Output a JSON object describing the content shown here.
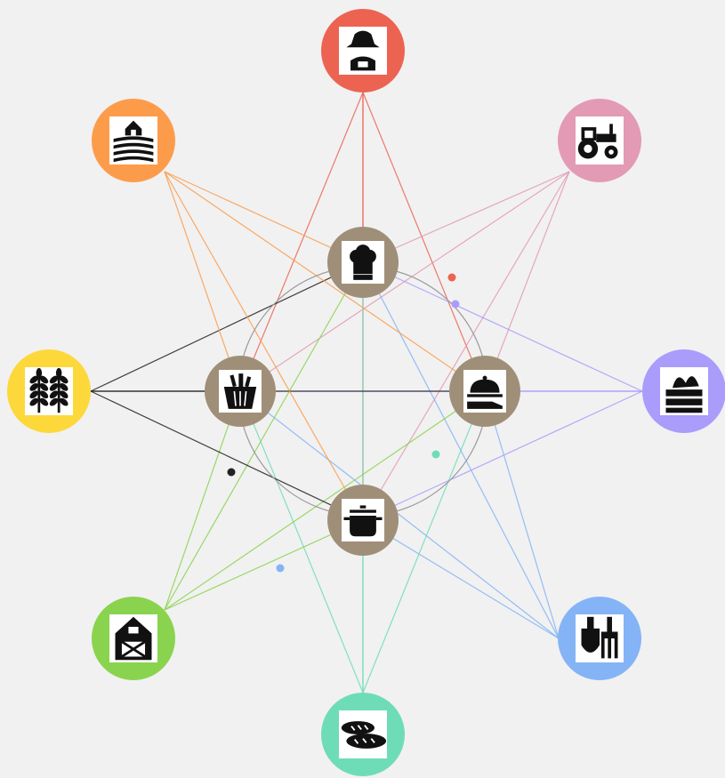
{
  "diagram": {
    "outer_nodes": [
      {
        "id": "farmer",
        "icon": "farmer-icon",
        "color": "#ec6352"
      },
      {
        "id": "tractor",
        "icon": "tractor-icon",
        "color": "#e39ab4"
      },
      {
        "id": "crate",
        "icon": "produce-crate-icon",
        "color": "#a99cfb"
      },
      {
        "id": "tools",
        "icon": "garden-tools-icon",
        "color": "#84b4f6"
      },
      {
        "id": "bread",
        "icon": "bread-icon",
        "color": "#6fdcb8"
      },
      {
        "id": "barn",
        "icon": "barn-icon",
        "color": "#8ad34f"
      },
      {
        "id": "wheat",
        "icon": "wheat-icon",
        "color": "#fdd83a"
      },
      {
        "id": "farmhouse",
        "icon": "farmhouse-icon",
        "color": "#fc9c4b"
      }
    ],
    "inner_nodes": [
      {
        "id": "chef",
        "icon": "chef-hat-icon",
        "color": "#a08f78"
      },
      {
        "id": "cloche",
        "icon": "serving-cloche-icon",
        "color": "#a08f78"
      },
      {
        "id": "pot",
        "icon": "cooking-pot-icon",
        "color": "#a08f78"
      },
      {
        "id": "basket",
        "icon": "grocery-basket-icon",
        "color": "#a08f78"
      }
    ],
    "edges": [
      {
        "from": "farmer",
        "to": [
          "chef",
          "basket",
          "cloche",
          "pot"
        ]
      },
      {
        "from": "tractor",
        "to": [
          "chef",
          "basket",
          "cloche",
          "pot"
        ]
      },
      {
        "from": "crate",
        "to": [
          "chef",
          "basket",
          "cloche",
          "pot"
        ]
      },
      {
        "from": "tools",
        "to": [
          "chef",
          "basket",
          "cloche",
          "pot"
        ]
      },
      {
        "from": "bread",
        "to": [
          "chef",
          "basket",
          "cloche",
          "pot"
        ]
      },
      {
        "from": "barn",
        "to": [
          "chef",
          "basket",
          "cloche",
          "pot"
        ]
      },
      {
        "from": "wheat",
        "to": [
          "chef",
          "basket",
          "cloche",
          "pot"
        ]
      },
      {
        "from": "farmhouse",
        "to": [
          "chef",
          "basket",
          "cloche",
          "pot"
        ]
      }
    ],
    "hub_ring_color": "#9a9a9a"
  }
}
